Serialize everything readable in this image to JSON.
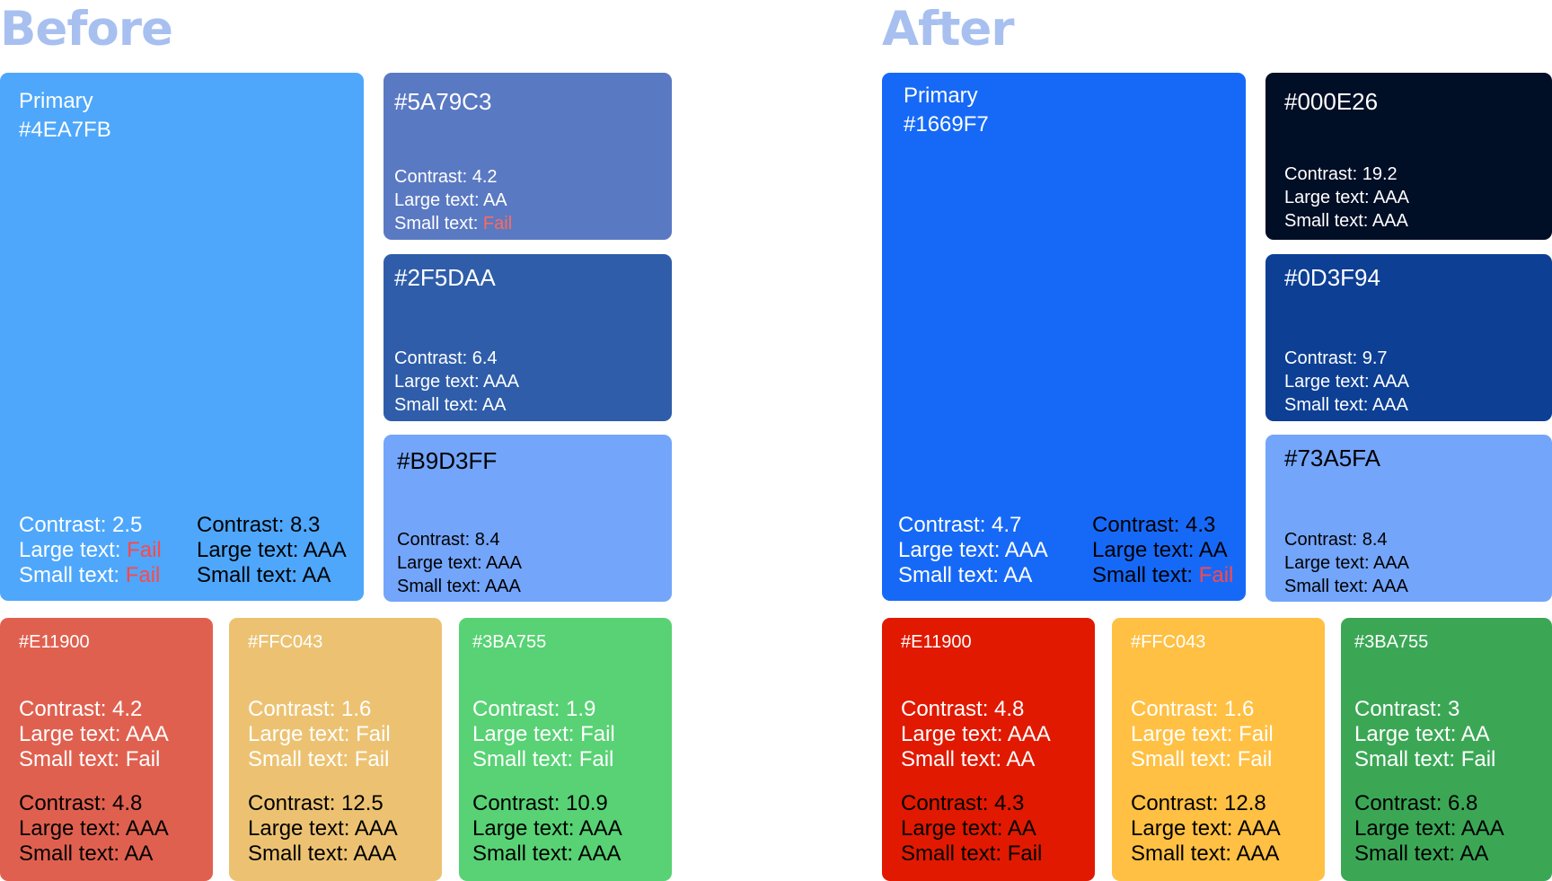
{
  "colors": {
    "title": "#a8c0f0",
    "fail": "#ff4848",
    "white": "#ffffff",
    "black": "#000000"
  },
  "before": {
    "title": "Before",
    "primary": {
      "color": "#4EA7FB",
      "label": "Primary",
      "hex": "#4EA7FB",
      "white_text": {
        "contrast": "Contrast: 2.5",
        "large_prefix": "Large text: ",
        "large_value": "Fail",
        "small_prefix": "Small text: ",
        "small_value": "Fail"
      },
      "black_text": {
        "contrast": "Contrast: 8.3",
        "large": "Large text: AAA",
        "small": "Small text: AA"
      }
    },
    "swatches": [
      {
        "color": "#5A79C3",
        "hex": "#5A79C3",
        "contrast": "Contrast: 4.2",
        "large": "Large text: AA",
        "small_prefix": "Small text: ",
        "small_value": "Fail"
      },
      {
        "color": "#2F5DAA",
        "hex": "#2F5DAA",
        "contrast": "Contrast: 6.4",
        "large": "Large text: AAA",
        "small": "Small text: AA"
      },
      {
        "color": "#73A5FA",
        "hex": "#B9D3FF",
        "contrast": "Contrast: 8.4",
        "large": "Large text: AAA",
        "small": "Small text: AAA"
      }
    ],
    "status": [
      {
        "color": "#E0604F",
        "hex": "#E11900",
        "white_text": {
          "contrast": "Contrast: 4.2",
          "large": "Large text: AAA",
          "small": "Small text: Fail"
        },
        "black_text": {
          "contrast": "Contrast: 4.8",
          "large": "Large text: AAA",
          "small": "Small text: AA"
        }
      },
      {
        "color": "#ECC272",
        "hex": "#FFC043",
        "white_text": {
          "contrast": "Contrast: 1.6",
          "large": "Large text: Fail",
          "small": "Small text: Fail"
        },
        "black_text": {
          "contrast": "Contrast: 12.5",
          "large": "Large text: AAA",
          "small": "Small text: AAA"
        }
      },
      {
        "color": "#58D274",
        "hex": "#3BA755",
        "white_text": {
          "contrast": "Contrast: 1.9",
          "large": "Large text: Fail",
          "small": "Small text: Fail"
        },
        "black_text": {
          "contrast": "Contrast: 10.9",
          "large": "Large text: AAA",
          "small": "Small text: AAA"
        }
      }
    ]
  },
  "after": {
    "title": "After",
    "primary": {
      "color": "#1669F7",
      "label": "Primary",
      "hex": "#1669F7",
      "white_text": {
        "contrast": "Contrast: 4.7",
        "large": "Large text: AAA",
        "small": "Small text: AA"
      },
      "black_text": {
        "contrast": "Contrast: 4.3",
        "large": "Large text: AA",
        "small_prefix": "Small text: ",
        "small_value": "Fail"
      }
    },
    "swatches": [
      {
        "color": "#000E26",
        "hex": "#000E26",
        "contrast": "Contrast: 19.2",
        "large": "Large text: AAA",
        "small": "Small text: AAA"
      },
      {
        "color": "#0D3F94",
        "hex": "#0D3F94",
        "contrast": "Contrast: 9.7",
        "large": "Large text: AAA",
        "small": "Small text: AAA"
      },
      {
        "color": "#73A5FA",
        "hex": "#73A5FA",
        "contrast": "Contrast: 8.4",
        "large": "Large text: AAA",
        "small": "Small text: AAA"
      }
    ],
    "status": [
      {
        "color": "#E11900",
        "hex": "#E11900",
        "white_text": {
          "contrast": "Contrast: 4.8",
          "large": "Large text: AAA",
          "small": "Small text: AA"
        },
        "black_text": {
          "contrast": "Contrast: 4.3",
          "large": "Large text: AA",
          "small": "Small text: Fail"
        }
      },
      {
        "color": "#FFC043",
        "hex": "#FFC043",
        "white_text": {
          "contrast": "Contrast: 1.6",
          "large": "Large text: Fail",
          "small": "Small text: Fail"
        },
        "black_text": {
          "contrast": "Contrast: 12.8",
          "large": "Large text: AAA",
          "small": "Small text: AAA"
        }
      },
      {
        "color": "#3BA755",
        "hex": "#3BA755",
        "white_text": {
          "contrast": "Contrast: 3",
          "large": "Large text: AA",
          "small": "Small text: Fail"
        },
        "black_text": {
          "contrast": "Contrast: 6.8",
          "large": "Large text: AAA",
          "small": "Small text: AA"
        }
      }
    ]
  }
}
